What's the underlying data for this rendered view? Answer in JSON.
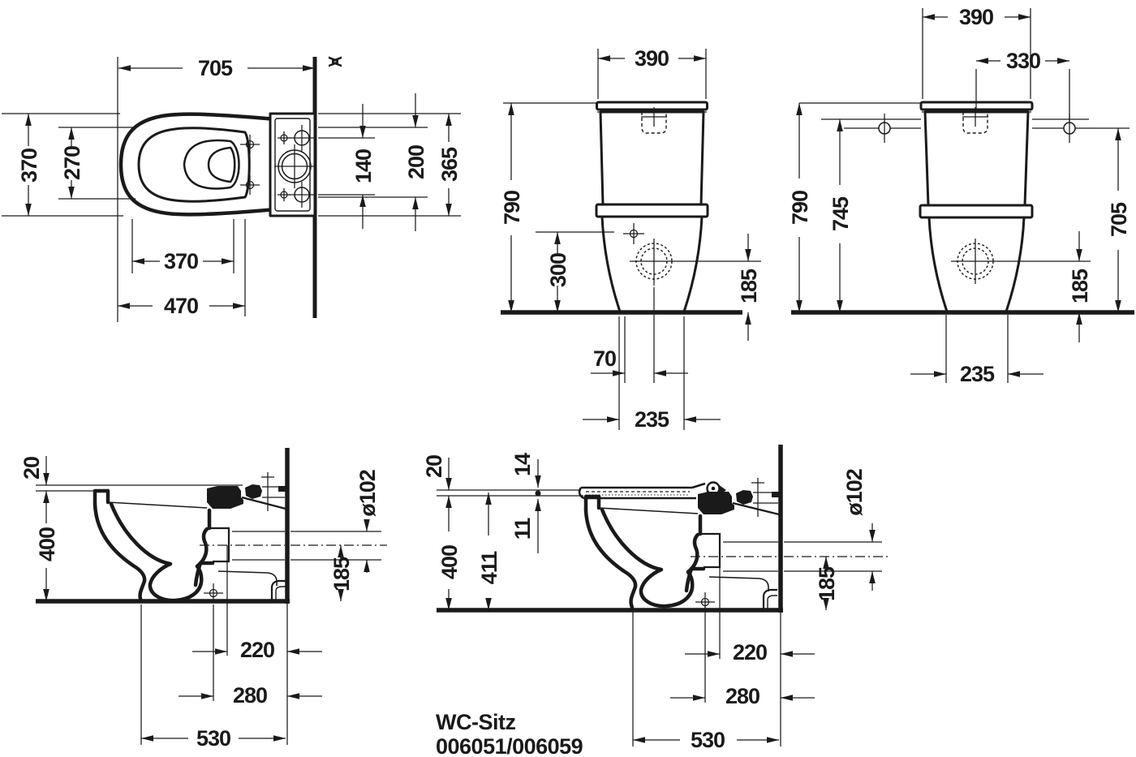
{
  "note": {
    "line1": "WC-Sitz",
    "line2": "006051/006059"
  },
  "plan_view": {
    "d705": "705",
    "wall_symbol": "><",
    "d370": "370",
    "d270": "270",
    "d140": "140",
    "d200": "200",
    "d365": "365",
    "d370b": "370",
    "d470": "470"
  },
  "rear_view": {
    "d390": "390",
    "d790": "790",
    "d300": "300",
    "d185": "185",
    "d70": "70",
    "d235": "235"
  },
  "front_view": {
    "d390": "390",
    "d330": "330",
    "d790": "790",
    "d745": "745",
    "d705": "705",
    "d185": "185",
    "d235": "235"
  },
  "side_view": {
    "d20": "20",
    "d400": "400",
    "dia": "ø102",
    "d185": "185",
    "d220": "220",
    "d280": "280",
    "d530": "530"
  },
  "side_seat_view": {
    "d20": "20",
    "d14": "14",
    "d11": "11",
    "d400": "400",
    "d411": "411",
    "dia": "ø102",
    "d185": "185",
    "d220": "220",
    "d280": "280",
    "d530": "530"
  }
}
